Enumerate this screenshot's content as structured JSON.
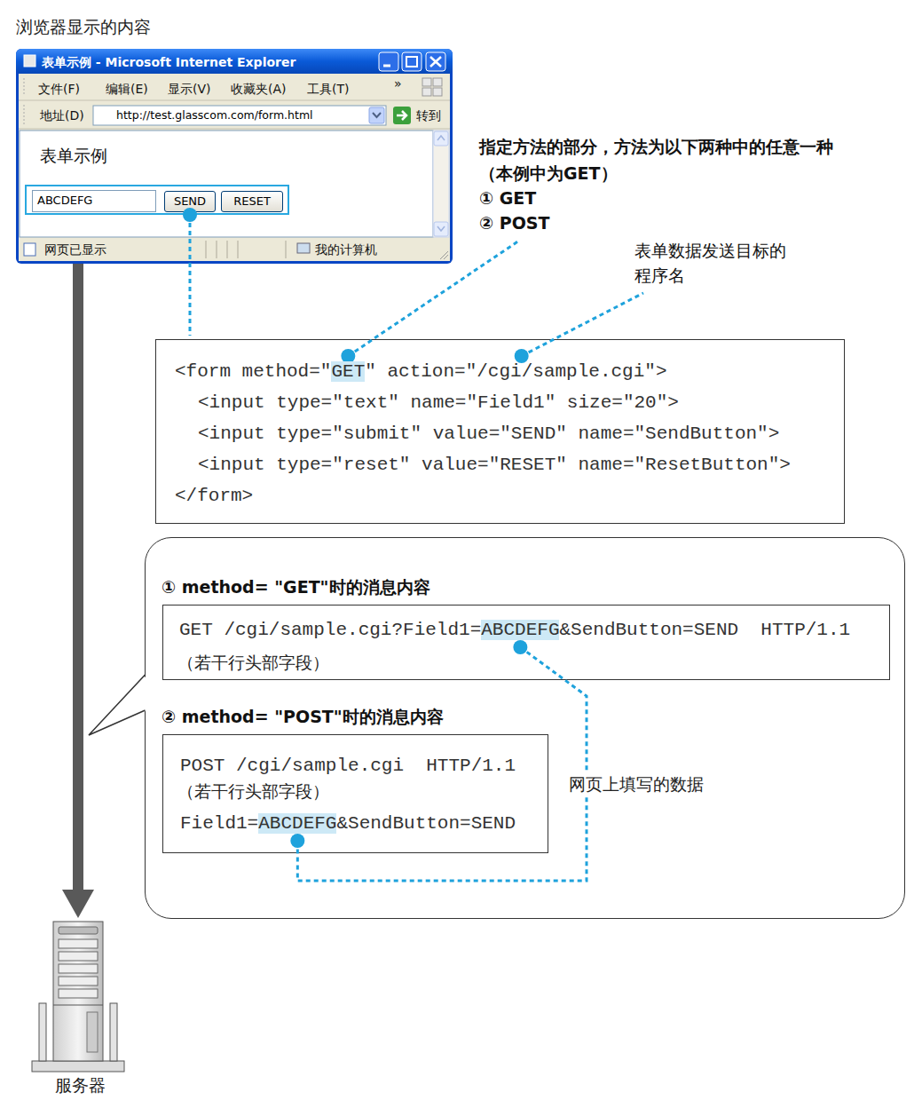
{
  "diagram": {
    "nodes": [
      {
        "text": [
          "浏览器显示的内容"
        ]
      },
      {
        "text": [],
        "in": 0
      },
      {
        "text": [
          "ABCDEFG"
        ],
        "in": 1
      },
      {
        "text": [
          "SEND"
        ],
        "in": 1
      },
      {
        "text": [
          "RESET"
        ],
        "in": 1
      },
      {
        "text": [
          "<form method=\"",
          "GET",
          "\" action=\"/cgi/sample.cgi\">",
          "<input type=\"text\" name=\"Field1\" size=\"20\">",
          "<input type=\"submit\" value=\"SEND\" name=\"SendButton\">",
          "<input type=\"reset\" value=\"RESET\" name=\"ResetButton\">",
          "</form>"
        ]
      },
      {
        "text": [
          "网页上填写的数据"
        ]
      },
      {
        "text": [
          "① method= \"GET\"时的消息内容",
          "GET /cgi/sample.cgi?Field1=",
          "ABCDEFG",
          "&SendButton=SEND  HTTP/1.1",
          "（若干行头部字段）"
        ],
        "in": 6
      },
      {
        "text": [
          "② method= \"POST\"时的消息内容",
          "POST /cgi/sample.cgi  HTTP/1.1",
          "（若干行头部字段）",
          "Field1=",
          "ABCDEFG",
          "&SendButton=SEND"
        ],
        "in": 6
      },
      {
        "text": [
          "服务器"
        ]
      }
    ],
    "edges": [
      {
        "from": 1,
        "to": 5,
        "arrow": "none"
      },
      {
        "from": 0,
        "to": 9,
        "arrow": "to"
      }
    ],
    "labels": [
      "表单示例 - Microsoft Internet Explorer",
      "文件(F)",
      "编辑(E)",
      "显示(V)",
      "收藏夹(A)",
      "工具(T)",
      "»",
      "地址(D)",
      "http://test.glasscom.com/form.html",
      "转到",
      "表单示例",
      "网页已显示",
      "我的计算机",
      "指定方法的部分，方法为以下两种中的任意一种 （本例中为GET）",
      "① GET",
      "② POST",
      "表单数据发送目标的 程序名"
    ]
  }
}
